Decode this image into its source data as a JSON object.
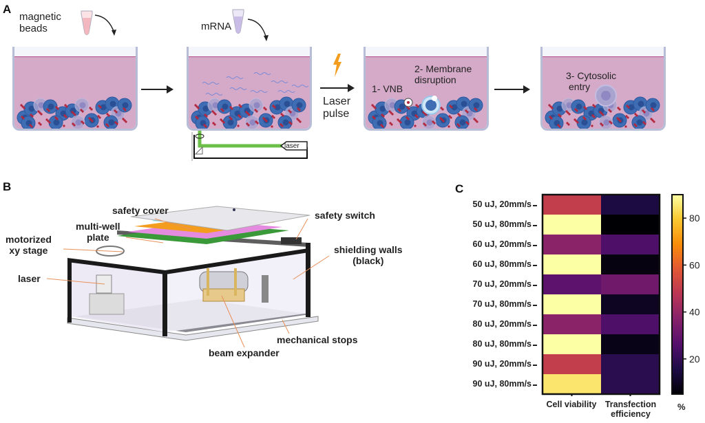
{
  "panels": {
    "A": {
      "letter": "A",
      "step1_label_1": "magnetic",
      "step1_label_2": "beads",
      "step2_label": "mRNA",
      "laser_label": "laser",
      "laser_pulse_1": "Laser",
      "laser_pulse_2": "pulse",
      "step3_vnb": "1- VNB",
      "step3_membrane_1": "2- Membrane",
      "step3_membrane_2": "disruption",
      "step4_cyto_1": "3- Cytosolic",
      "step4_cyto_2": "entry",
      "colors": {
        "medium": "#d5aac8",
        "cell": "#3f6db3",
        "bead": "#b3263b",
        "tube_beads": "#f3b7bf",
        "tube_mrna": "#c9bde8",
        "laser_beam": "#6cc04a",
        "bolt": "#f39c1e"
      }
    },
    "B": {
      "letter": "B",
      "labels": {
        "safety_cover": "safety cover",
        "multi_well_1": "multi-well",
        "multi_well_2": "plate",
        "motorized_1": "motorized",
        "motorized_2": "xy stage",
        "laser": "laser",
        "safety_switch": "safety switch",
        "shielding_1": "shielding walls",
        "shielding_2": "(black)",
        "mechanical_stops": "mechanical stops",
        "beam_expander": "beam expander"
      }
    },
    "C": {
      "letter": "C"
    }
  },
  "chart_data": {
    "type": "heatmap",
    "title": "",
    "rows": [
      "50 uJ, 20mm/s",
      "50 uJ, 80mm/s",
      "60 uJ, 20mm/s",
      "60 uJ, 80mm/s",
      "70 uJ, 20mm/s",
      "70 uJ, 80mm/s",
      "80 uJ, 20mm/s",
      "80 uJ, 80mm/s",
      "90 uJ, 20mm/s",
      "90 uJ, 80mm/s"
    ],
    "columns": [
      "Cell viability",
      "Transfection efficiency"
    ],
    "column_labels_display": [
      [
        "Cell viability"
      ],
      [
        "Transfection",
        "efficiency"
      ]
    ],
    "values": [
      [
        50,
        15
      ],
      [
        90,
        5
      ],
      [
        38,
        25
      ],
      [
        90,
        7
      ],
      [
        28,
        32
      ],
      [
        90,
        10
      ],
      [
        38,
        25
      ],
      [
        90,
        8
      ],
      [
        50,
        18
      ],
      [
        85,
        18
      ]
    ],
    "colormap": "inferno",
    "colorbar": {
      "label": "%",
      "range": [
        5,
        90
      ],
      "ticks": [
        20,
        40,
        60,
        80
      ]
    }
  }
}
